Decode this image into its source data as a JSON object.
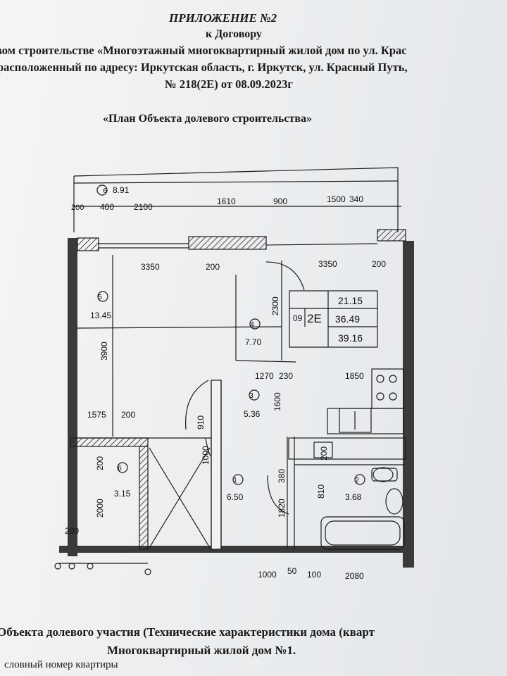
{
  "header": {
    "title": "ПРИЛОЖЕНИЕ №2",
    "to_contract": "к Договору",
    "line1": "вом строительстве «Многоэтажный многоквартирный жилой дом по ул. Крас",
    "line2": "расположенный по адресу: Иркутская область, г. Иркутск, ул. Красный Путь,",
    "line3": "№ 218(2Е) от 08.09.2023г"
  },
  "plan": {
    "title": "«План Объекта долевого строительства»",
    "apartment": {
      "floor": "09",
      "number": "2Е",
      "living_area": "21.15",
      "total_area": "36.49",
      "total_with_balcony": "39.16"
    },
    "rooms": [
      {
        "num": "1",
        "area": "6.50"
      },
      {
        "num": "2",
        "area": "3.68"
      },
      {
        "num": "3",
        "area": "5.36"
      },
      {
        "num": "4",
        "area": "7.70"
      },
      {
        "num": "5",
        "area": "13.45"
      },
      {
        "num": "6",
        "area": "3.15"
      },
      {
        "num": "6",
        "area": "8.91"
      }
    ],
    "dims_top": [
      "200",
      "400",
      "2100",
      "1610",
      "900",
      "1500",
      "340"
    ],
    "dims_inner": [
      "3350",
      "200",
      "3350",
      "200",
      "2300",
      "3900",
      "1270",
      "230",
      "1850",
      "1600",
      "910",
      "1575",
      "200",
      "200",
      "2000",
      "1000",
      "380",
      "1820",
      "810",
      "200"
    ],
    "dims_bottom": [
      "1000",
      "50",
      "100",
      "2080",
      "200"
    ]
  },
  "footer": {
    "line1": "Объекта долевого участия (Технические характеристики дома (кварт",
    "line2": "Многоквартирный жилой дом №1.",
    "line3": "словный номер квартиры"
  }
}
